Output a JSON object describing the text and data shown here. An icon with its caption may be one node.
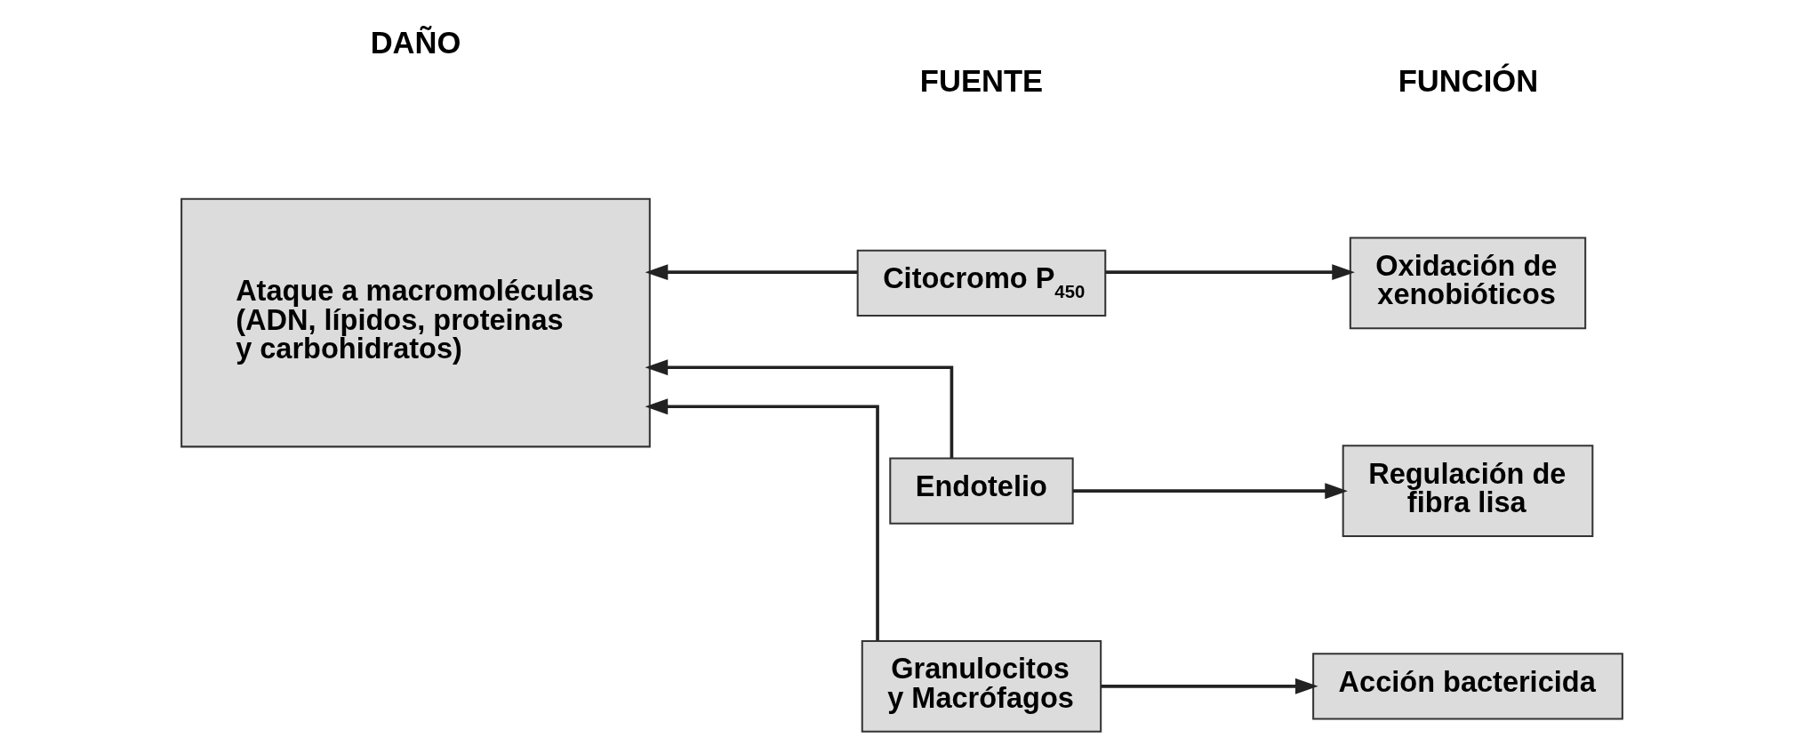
{
  "diagram": {
    "nodes": [
      {
        "text": [
          "Ataque a macromoléculas (ADN, lípidos, proteinas y carbohidratos)"
        ]
      },
      {
        "text": [
          "Citocromo P$_{450}$"
        ]
      },
      {
        "text": [
          "Oxidación de xenobióticos"
        ]
      },
      {
        "text": [
          "Endotelio"
        ]
      },
      {
        "text": [
          "Regulación de fibra lisa"
        ]
      },
      {
        "text": [
          "Granulocitos y Macrófagos"
        ]
      },
      {
        "text": [
          "Acción bactericida"
        ]
      }
    ],
    "edges": [
      {
        "from": 1,
        "to": 0,
        "arrow": "to"
      },
      {
        "from": 1,
        "to": 2,
        "arrow": "to"
      },
      {
        "from": 3,
        "to": 0,
        "arrow": "to"
      },
      {
        "from": 3,
        "to": 4,
        "arrow": "to"
      },
      {
        "from": 5,
        "to": 0,
        "arrow": "to"
      },
      {
        "from": 5,
        "to": 6,
        "arrow": "to"
      }
    ],
    "labels": [
      "DAÑO",
      "FUENTE",
      "FUNCIÓN"
    ]
  }
}
